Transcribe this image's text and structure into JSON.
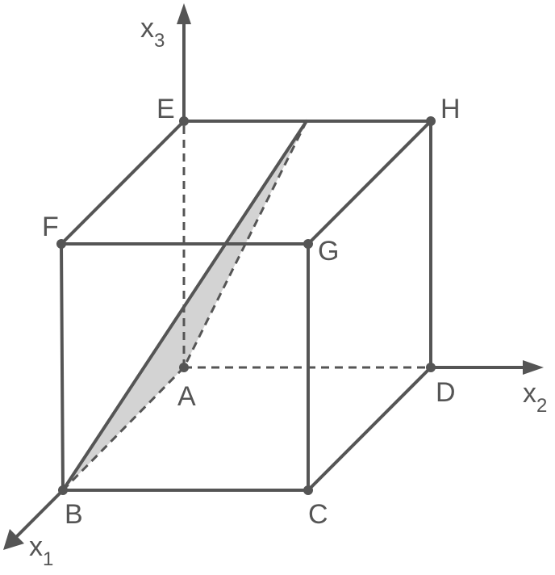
{
  "vertices": {
    "A": "A",
    "B": "B",
    "C": "C",
    "D": "D",
    "E": "E",
    "F": "F",
    "G": "G",
    "H": "H"
  },
  "axes": {
    "x1": {
      "base": "x",
      "index": "1"
    },
    "x2": {
      "base": "x",
      "index": "2"
    },
    "x3": {
      "base": "x",
      "index": "3"
    }
  },
  "colors": {
    "line": "#555555",
    "section": "#d3d3d3"
  }
}
